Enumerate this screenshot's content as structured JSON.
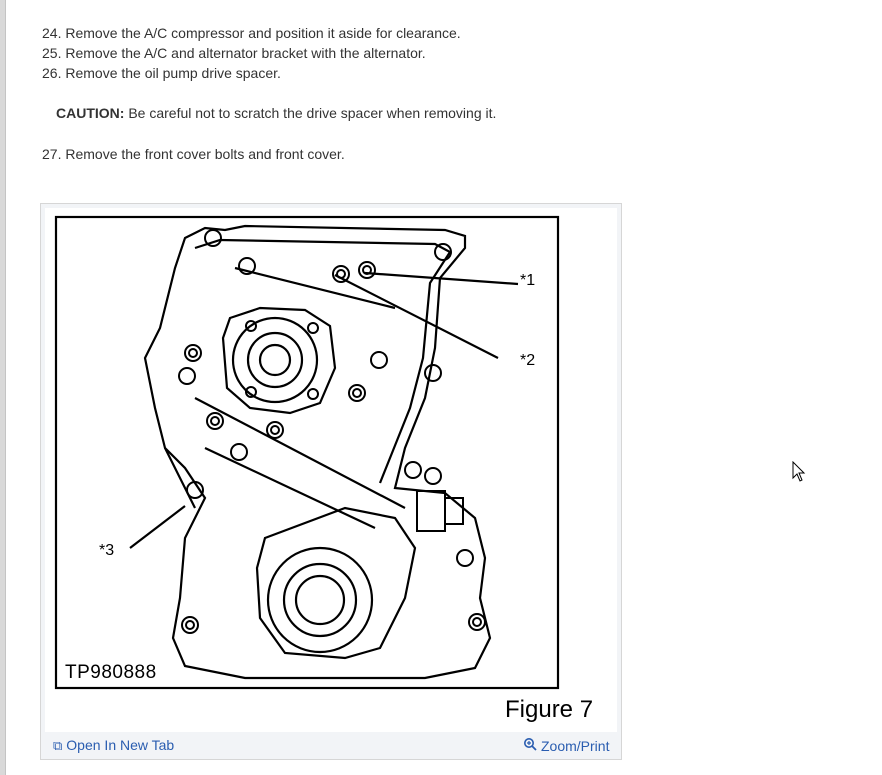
{
  "top_clip": "...",
  "steps": [
    "24. Remove the A/C compressor and position it aside for clearance.",
    "25. Remove the A/C and alternator bracket with the alternator.",
    "26. Remove the oil pump drive spacer."
  ],
  "caution": {
    "label": "CAUTION:",
    "text": " Be careful not to scratch the drive spacer when removing it."
  },
  "step27": "27. Remove the front cover bolts and front cover.",
  "figure": {
    "code": "TP980888",
    "caption": "Figure 7",
    "callouts": [
      "*1",
      "*2",
      "*3"
    ]
  },
  "footer": {
    "open_tab": "Open In New Tab",
    "zoom_print": "Zoom/Print",
    "open_icon": "open-tab-icon",
    "zoom_icon": "magnifier-icon"
  },
  "colors": {
    "link": "#2a5db0",
    "figure_bg": "#f2f4f7"
  }
}
